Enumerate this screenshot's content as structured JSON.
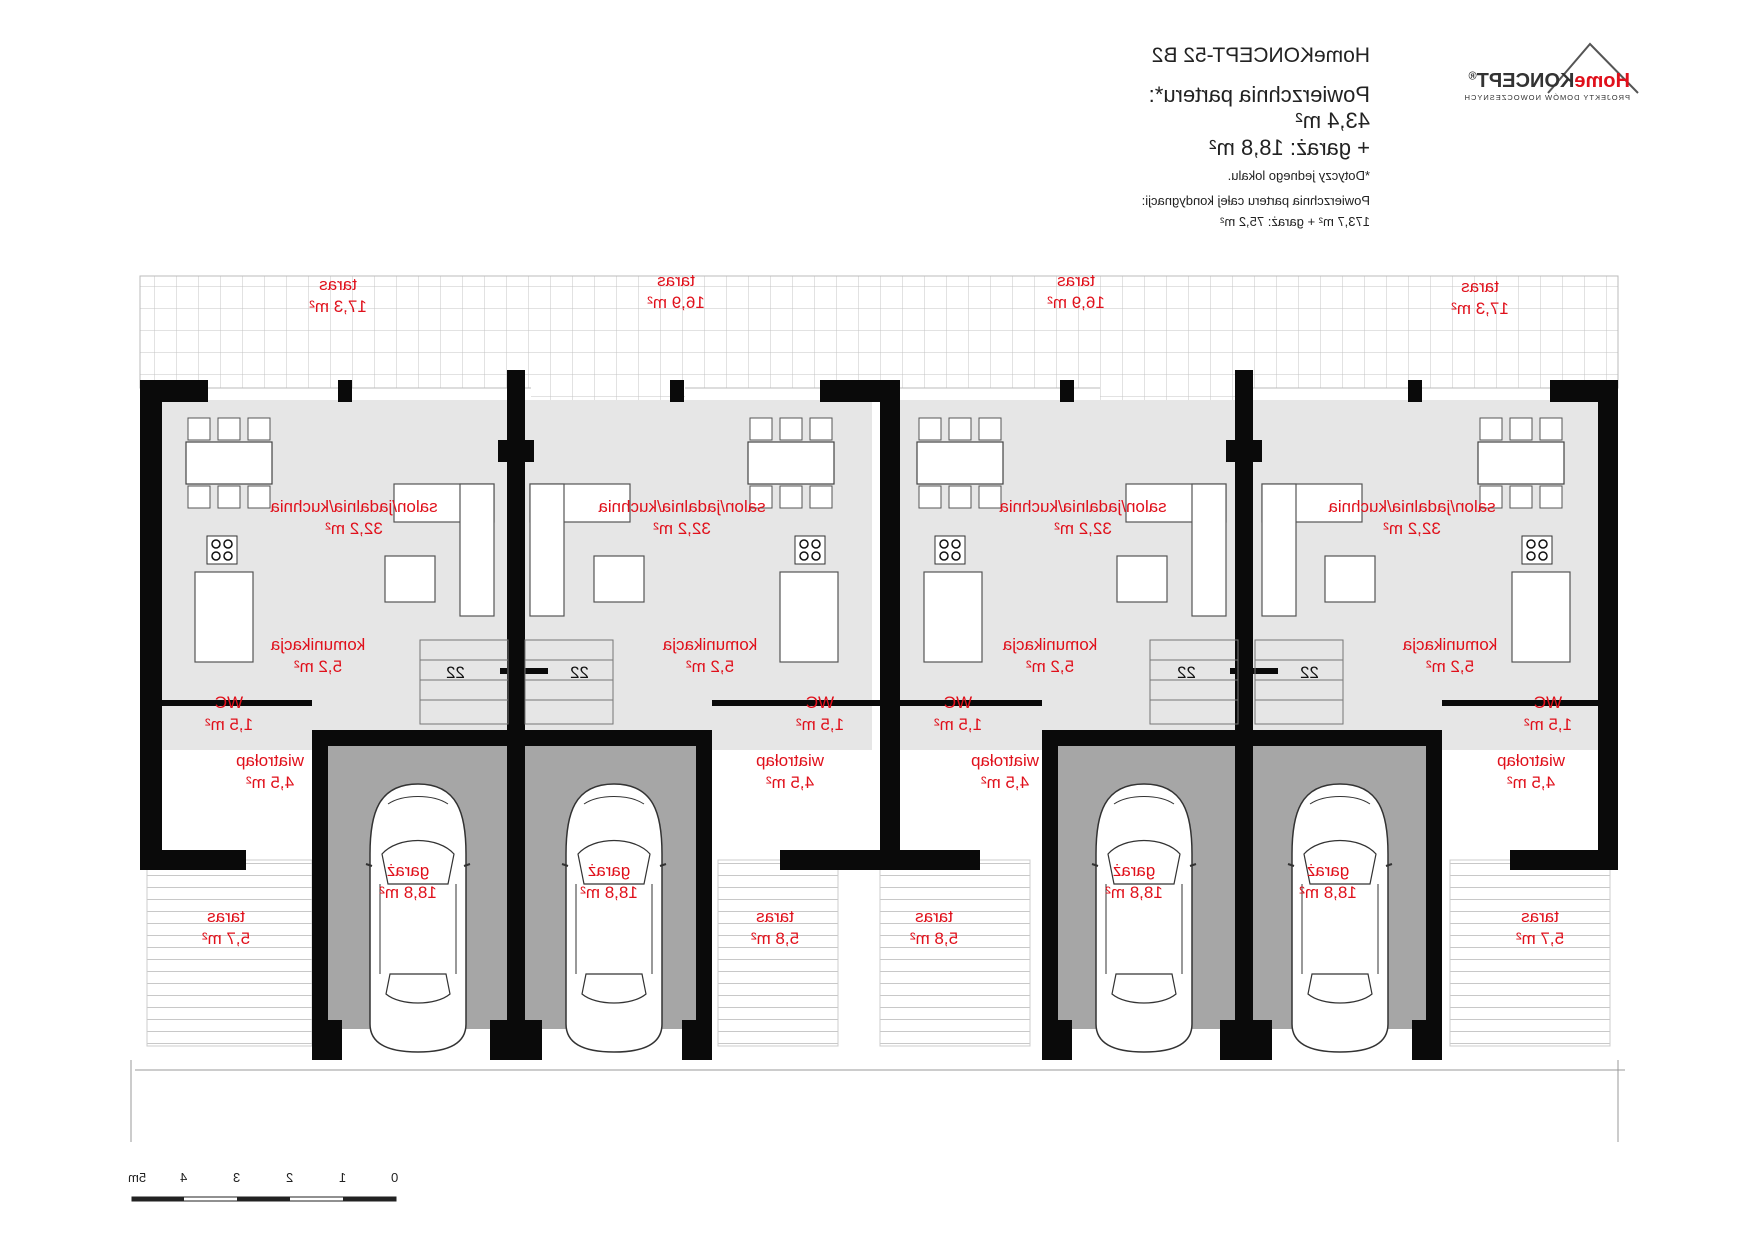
{
  "header": {
    "title": "HomeKONCEPT-52 B2",
    "surface_label": "Powierzchnia parteru*:",
    "surface_value": "43,4 m²",
    "garage_value": "+ garaż: 18,8 m²",
    "note": "*Dotyczy jednego lokalu.",
    "total_label": "Powierzchnia parteru całej kondygnacji:",
    "total_value": "173,7 m² + garaż: 75,2 m²"
  },
  "logo": {
    "brand_home": "Home",
    "brand_koncept": "KONCEPT",
    "registered": "®",
    "tagline": "PROJEKTY DOMÓW NOWOCZESNYCH",
    "colors": {
      "home": "#e0101b",
      "koncept": "#333333"
    }
  },
  "rooms": [
    {
      "id": "taras-n1",
      "name": "taras",
      "area": "17,3 m²"
    },
    {
      "id": "taras-n2",
      "name": "taras",
      "area": "16,9 m²"
    },
    {
      "id": "taras-n3",
      "name": "taras",
      "area": "16,9 m²"
    },
    {
      "id": "taras-n4",
      "name": "taras",
      "area": "17,3 m²"
    },
    {
      "id": "salon-1",
      "name": "salon/jadalnia/kuchnia",
      "area": "32,2 m²"
    },
    {
      "id": "salon-2",
      "name": "salon/jadalnia/kuchnia",
      "area": "32,2 m²"
    },
    {
      "id": "salon-3",
      "name": "salon/jadalnia/kuchnia",
      "area": "32,2 m²"
    },
    {
      "id": "salon-4",
      "name": "salon/jadalnia/kuchnia",
      "area": "32,2 m²"
    },
    {
      "id": "kom-1",
      "name": "komunikacja",
      "area": "5,2 m²"
    },
    {
      "id": "kom-2",
      "name": "komunikacja",
      "area": "5,2 m²"
    },
    {
      "id": "kom-3",
      "name": "komunikacja",
      "area": "5,2 m²"
    },
    {
      "id": "kom-4",
      "name": "komunikacja",
      "area": "5,2 m²"
    },
    {
      "id": "wc-1",
      "name": "WC",
      "area": "1,5 m²"
    },
    {
      "id": "wc-2",
      "name": "WC",
      "area": "1,5 m²"
    },
    {
      "id": "wc-3",
      "name": "WC",
      "area": "1,5 m²"
    },
    {
      "id": "wc-4",
      "name": "WC",
      "area": "1,5 m²"
    },
    {
      "id": "wia-1",
      "name": "wiatrołap",
      "area": "4,5 m²"
    },
    {
      "id": "wia-2",
      "name": "wiatrołap",
      "area": "4,5 m²"
    },
    {
      "id": "wia-3",
      "name": "wiatrołap",
      "area": "4,5 m²"
    },
    {
      "id": "wia-4",
      "name": "wiatrołap",
      "area": "4,5 m²"
    },
    {
      "id": "gar-1",
      "name": "garaż",
      "area": "18,8 m²"
    },
    {
      "id": "gar-2",
      "name": "garaż",
      "area": "18,8 m²"
    },
    {
      "id": "gar-3",
      "name": "garaż",
      "area": "18,8 m²"
    },
    {
      "id": "gar-4",
      "name": "garaż",
      "area": "18,8 m²"
    },
    {
      "id": "taras-s1",
      "name": "taras",
      "area": "5,7 m²"
    },
    {
      "id": "taras-s2",
      "name": "taras",
      "area": "5,8 m²"
    },
    {
      "id": "taras-s3",
      "name": "taras",
      "area": "5,8 m²"
    },
    {
      "id": "taras-s4",
      "name": "taras",
      "area": "5,7 m²"
    }
  ],
  "scale_bar": {
    "labels": [
      "0",
      "1",
      "2",
      "3",
      "4",
      "5m"
    ]
  },
  "stair_marks": [
    "22",
    "22",
    "22",
    "22"
  ],
  "colors": {
    "wall": "#0a0a0a",
    "floor": "#e6e6e6",
    "garage": "#a6a6a6",
    "label": "#e0101b",
    "tile": "#bdbdbd"
  }
}
